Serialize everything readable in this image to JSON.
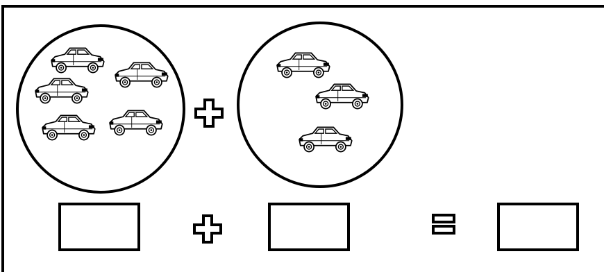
{
  "worksheet": {
    "left_group": {
      "car_count": 5
    },
    "right_group": {
      "car_count": 3
    },
    "operators": {
      "plus": "plus-icon",
      "equals": "equals-icon"
    },
    "answer_boxes": [
      {
        "name": "addend-1-box",
        "value": ""
      },
      {
        "name": "addend-2-box",
        "value": ""
      },
      {
        "name": "sum-box",
        "value": ""
      }
    ],
    "colors": {
      "ink": "#000000",
      "paper": "#ffffff"
    }
  }
}
